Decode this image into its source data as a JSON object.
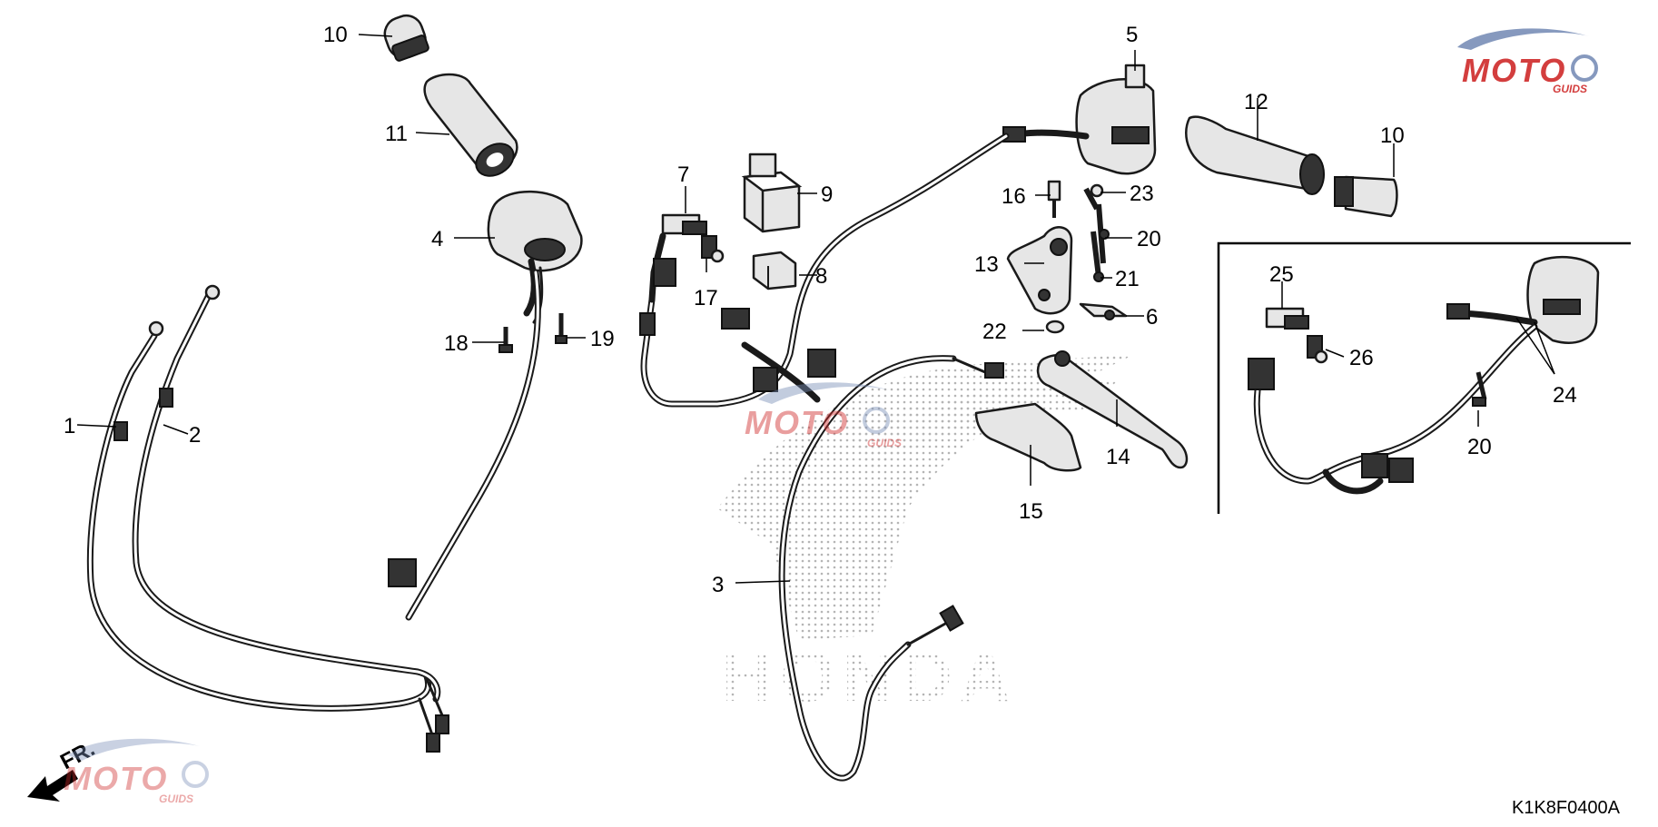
{
  "callouts": {
    "c1": "1",
    "c2": "2",
    "c3": "3",
    "c4": "4",
    "c5": "5",
    "c6": "6",
    "c7": "7",
    "c8": "8",
    "c9": "9",
    "c10a": "10",
    "c10b": "10",
    "c11": "11",
    "c12": "12",
    "c13": "13",
    "c14": "14",
    "c15": "15",
    "c16": "16",
    "c17": "17",
    "c18": "18",
    "c19": "19",
    "c20a": "20",
    "c20b": "20",
    "c21": "21",
    "c22": "22",
    "c23": "23",
    "c24": "24",
    "c25": "25",
    "c26": "26"
  },
  "diagram_code": "K1K8F0400A",
  "front_indicator": "FR.",
  "watermark": {
    "brand": "MOTO",
    "sub": "GUIDS",
    "colors": {
      "primary": "#cf2a2a",
      "secondary": "#7a8fb8"
    }
  },
  "background_logo": "HONDA"
}
